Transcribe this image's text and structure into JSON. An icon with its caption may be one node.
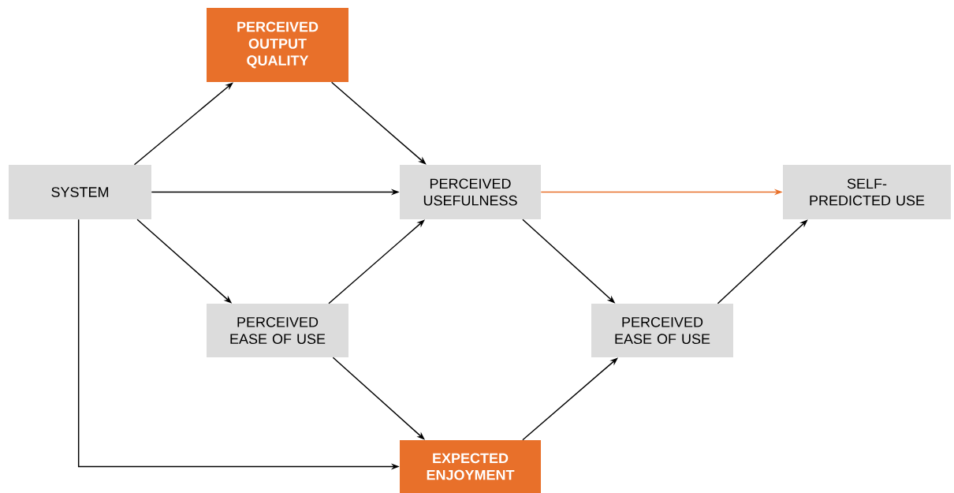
{
  "diagram": {
    "nodes": [
      {
        "text": [
          "PERCEIVED OUTPUT QUALITY"
        ]
      },
      {
        "text": [
          "SYSTEM"
        ]
      },
      {
        "text": [
          "PERCEIVED USEFULNESS"
        ]
      },
      {
        "text": [
          "SELF-PREDICTED USE"
        ]
      },
      {
        "text": [
          "PERCEIVED EASE OF USE"
        ]
      },
      {
        "text": [
          "PERCEIVED EASE OF USE"
        ]
      },
      {
        "text": [
          "EXPECTED ENJOYMENT"
        ]
      }
    ],
    "edges": [
      {
        "from": 1,
        "to": 0,
        "arrow": "to"
      },
      {
        "from": 0,
        "to": 2,
        "arrow": "to"
      },
      {
        "from": 1,
        "to": 2,
        "arrow": "to"
      },
      {
        "from": 2,
        "to": 3,
        "arrow": "to",
        "color": "#e8702a"
      },
      {
        "from": 1,
        "to": 4,
        "arrow": "to"
      },
      {
        "from": 4,
        "to": 2,
        "arrow": "to"
      },
      {
        "from": 2,
        "to": 5,
        "arrow": "to"
      },
      {
        "from": 5,
        "to": 3,
        "arrow": "to"
      },
      {
        "from": 4,
        "to": 6,
        "arrow": "to"
      },
      {
        "from": 6,
        "to": 5,
        "arrow": "to"
      },
      {
        "from": 1,
        "to": 6,
        "arrow": "to"
      }
    ]
  }
}
